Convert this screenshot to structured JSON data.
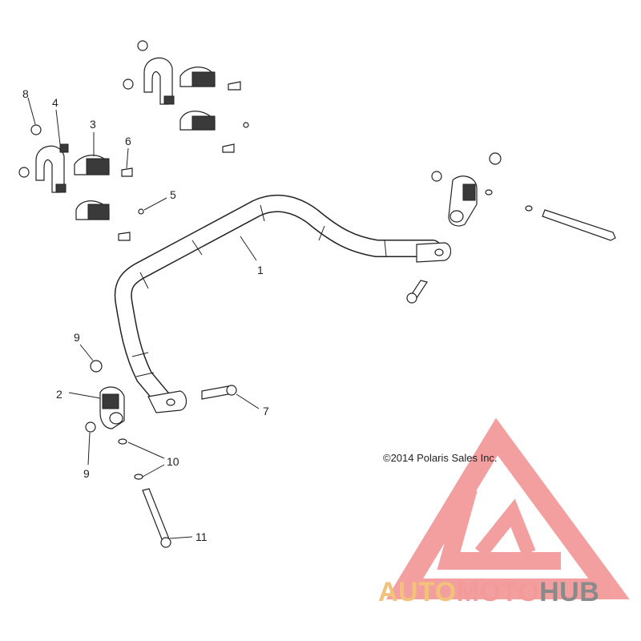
{
  "copyright": "©2014 Polaris Sales Inc.",
  "callouts": {
    "c1": "1",
    "c2": "2",
    "c3": "3",
    "c4": "4",
    "c5": "5",
    "c6": "6",
    "c7": "7",
    "c8": "8",
    "c9a": "9",
    "c9b": "9",
    "c10": "10",
    "c11": "11"
  },
  "watermark": {
    "part1": "AUTO",
    "part2": "MOTO",
    "part3": "HUB",
    "color1": "#f2c27a",
    "color2": "#f39a9a",
    "color3": "#8a8a8a"
  }
}
